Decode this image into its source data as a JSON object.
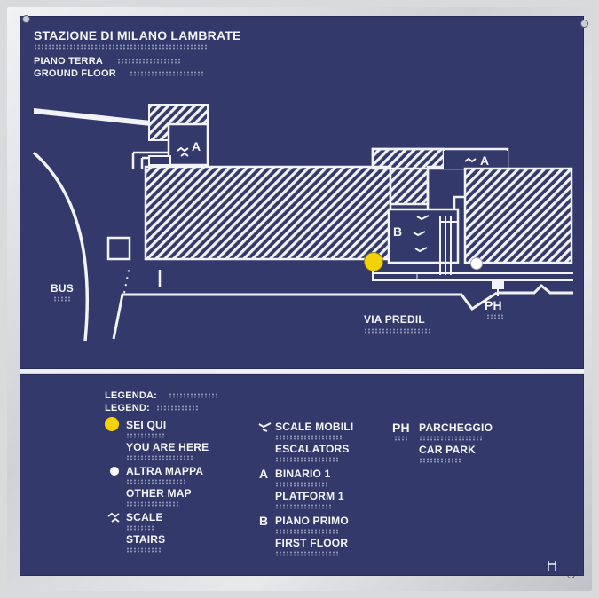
{
  "header": {
    "title": "STAZIONE DI MILANO LAMBRATE",
    "floor_it": "PIANO TERRA",
    "floor_en": "GROUND FLOOR"
  },
  "map_labels": {
    "bus": "BUS",
    "street": "VIA PREDIL",
    "parking": "PH",
    "platform_a_1": "A",
    "platform_a_2": "A",
    "first_floor": "B"
  },
  "legend": {
    "title_it": "LEGENDA:",
    "title_en": "LEGEND:",
    "here_it": "SEI QUI",
    "here_en": "YOU ARE HERE",
    "other_it": "ALTRA MAPPA",
    "other_en": "OTHER MAP",
    "stairs_it": "SCALE",
    "stairs_en": "STAIRS",
    "escalators_it": "SCALE MOBILI",
    "escalators_en": "ESCALATORS",
    "a_symbol": "A",
    "platform_it": "BINARIO 1",
    "platform_en": "PLATFORM 1",
    "b_symbol": "B",
    "floor_it": "PIANO PRIMO",
    "floor_en": "FIRST FLOOR",
    "ph_symbol": "PH",
    "parking_it": "PARCHEGGIO",
    "parking_en": "CAR PARK"
  },
  "colors": {
    "panel": "#333a6b",
    "you_are_here": "#f4d20a",
    "other_map": "#ffffff"
  }
}
